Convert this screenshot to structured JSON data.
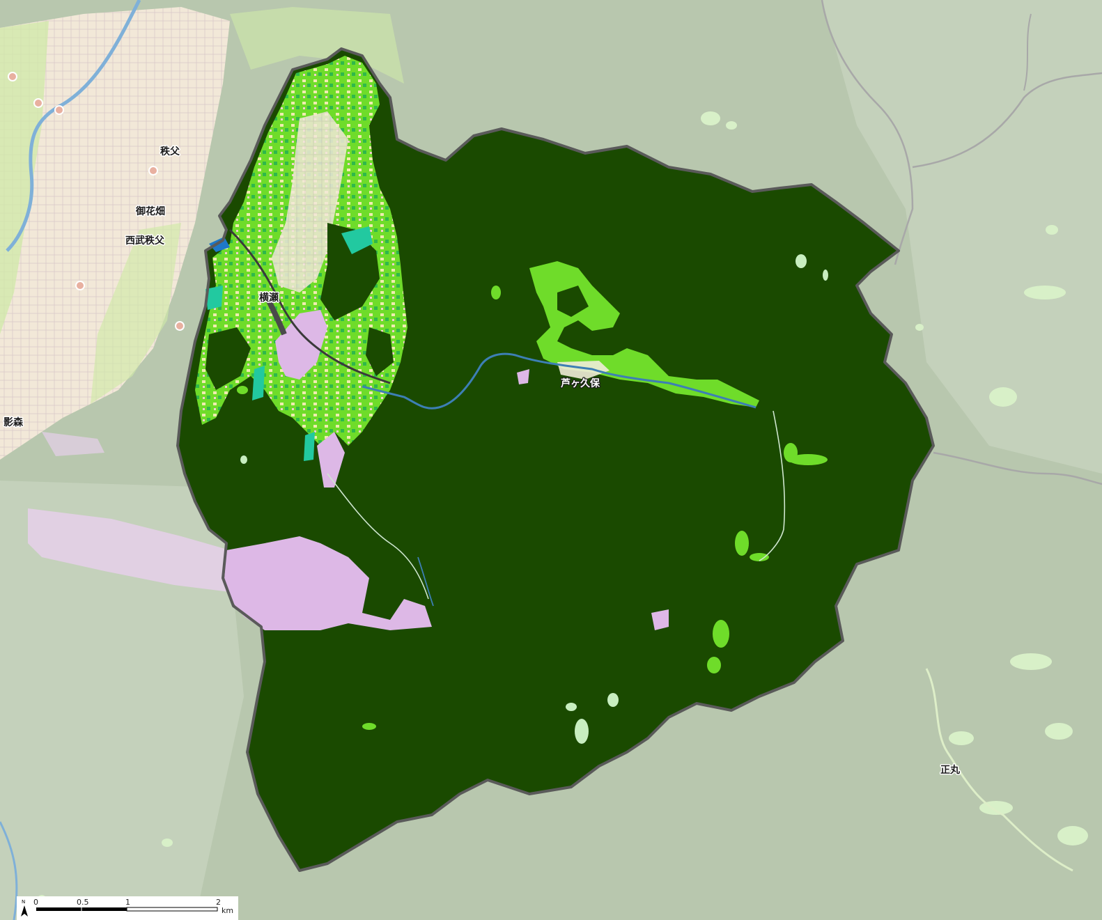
{
  "map": {
    "colors": {
      "background": "#b8c7ae",
      "background_light": "#c4d1bb",
      "forest": "#1a4a00",
      "farmland": "#6fdc2a",
      "farmland_light": "#a8e86a",
      "grassland": "#c8eec0",
      "wasteland": "#ddb8e6",
      "water": "#1e78c8",
      "river": "#3d7fb5",
      "urban": "#f0d8d8",
      "teal": "#22c9a0",
      "boundary": "#5a5a5a",
      "road": "#aaaaaa"
    },
    "labels": {
      "chichibu": "秩父",
      "ohanabatake": "御花畑",
      "seibu_chichibu": "西武秩父",
      "yokoze": "横瀬",
      "kagemori": "影森",
      "ashigakubo": "芦ヶ久保",
      "shomaru": "正丸"
    }
  },
  "scale_bar": {
    "ticks": [
      "0",
      "0.5",
      "1",
      "2"
    ],
    "unit": "km",
    "north_label": "N"
  }
}
